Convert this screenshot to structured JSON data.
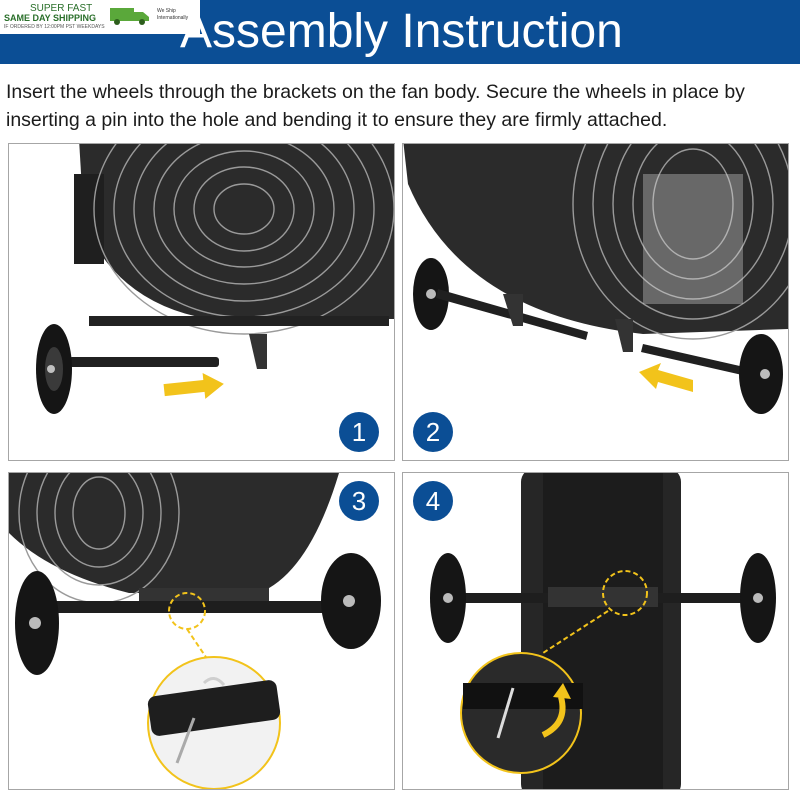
{
  "header": {
    "title": "Assembly Instruction",
    "background": "#0b4e95"
  },
  "promo": {
    "line1": "SUPER FAST",
    "line2": "SAME DAY SHIPPING",
    "line3": "IF ORDERED BY 12:00PM PST WEEKDAYS",
    "ship_text": "We Ship Internationally",
    "icon": "delivery-truck-icon"
  },
  "intro": {
    "text": "Insert the wheels through the brackets on the fan body. Secure the wheels in place by inserting a pin into the hole and bending it to ensure they are firmly attached."
  },
  "steps": [
    {
      "number": "1"
    },
    {
      "number": "2"
    },
    {
      "number": "3"
    },
    {
      "number": "4"
    }
  ],
  "colors": {
    "badge": "#0b4e95",
    "arrow": "#f2c31b",
    "highlight": "#f2c31b"
  }
}
